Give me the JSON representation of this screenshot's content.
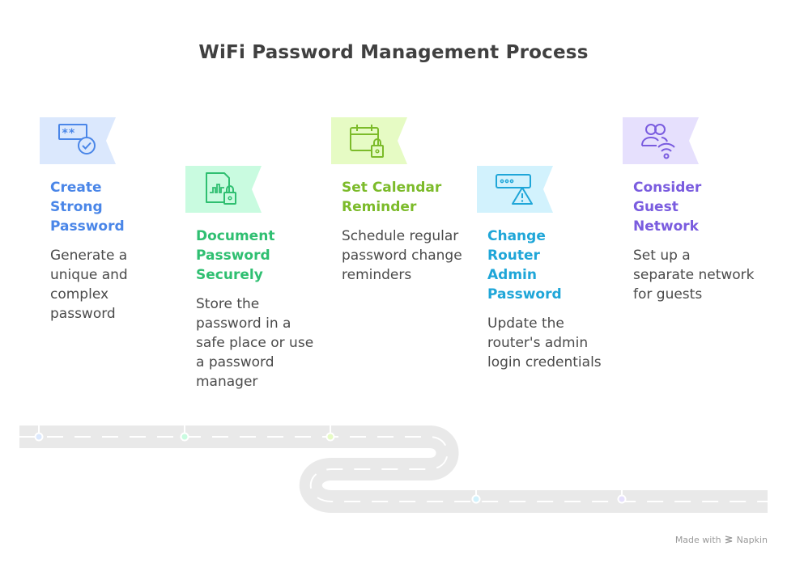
{
  "title": "WiFi Password Management Process",
  "steps": [
    {
      "title": "Create Strong Password",
      "title_lines": [
        "Create",
        "Strong",
        "Password"
      ],
      "description": "Generate a unique and complex password",
      "icon": "password-check-icon",
      "color": "#4a86e8",
      "banner_color": "#dbe8fd",
      "marker_color": "#dbe8fd"
    },
    {
      "title": "Document Password Securely",
      "title_lines": [
        "Document",
        "Password",
        "Securely"
      ],
      "description": "Store the password in a safe place or use a password manager",
      "icon": "document-lock-icon",
      "color": "#2fbf71",
      "banner_color": "#c9fbe0",
      "marker_color": "#c9fbe0"
    },
    {
      "title": "Set Calendar Reminder",
      "title_lines": [
        "Set Calendar",
        "Reminder"
      ],
      "description": "Schedule regular password change reminders",
      "icon": "calendar-lock-icon",
      "color": "#7cbb2a",
      "banner_color": "#e6fbc4",
      "marker_color": "#e6fbc4"
    },
    {
      "title": "Change Router Admin Password",
      "title_lines": [
        "Change",
        "Router",
        "Admin",
        "Password"
      ],
      "description": "Update the router's admin login credentials",
      "icon": "password-warning-icon",
      "color": "#1fa6d8",
      "banner_color": "#d2f2fd",
      "marker_color": "#d2f2fd"
    },
    {
      "title": "Consider Guest Network",
      "title_lines": [
        "Consider",
        "Guest",
        "Network"
      ],
      "description": "Set up a separate network for guests",
      "icon": "users-wifi-icon",
      "color": "#7a5cdf",
      "banner_color": "#e6e0fd",
      "marker_color": "#e6e0fd"
    }
  ],
  "footer": {
    "made_with": "Made with",
    "brand": "Napkin"
  }
}
